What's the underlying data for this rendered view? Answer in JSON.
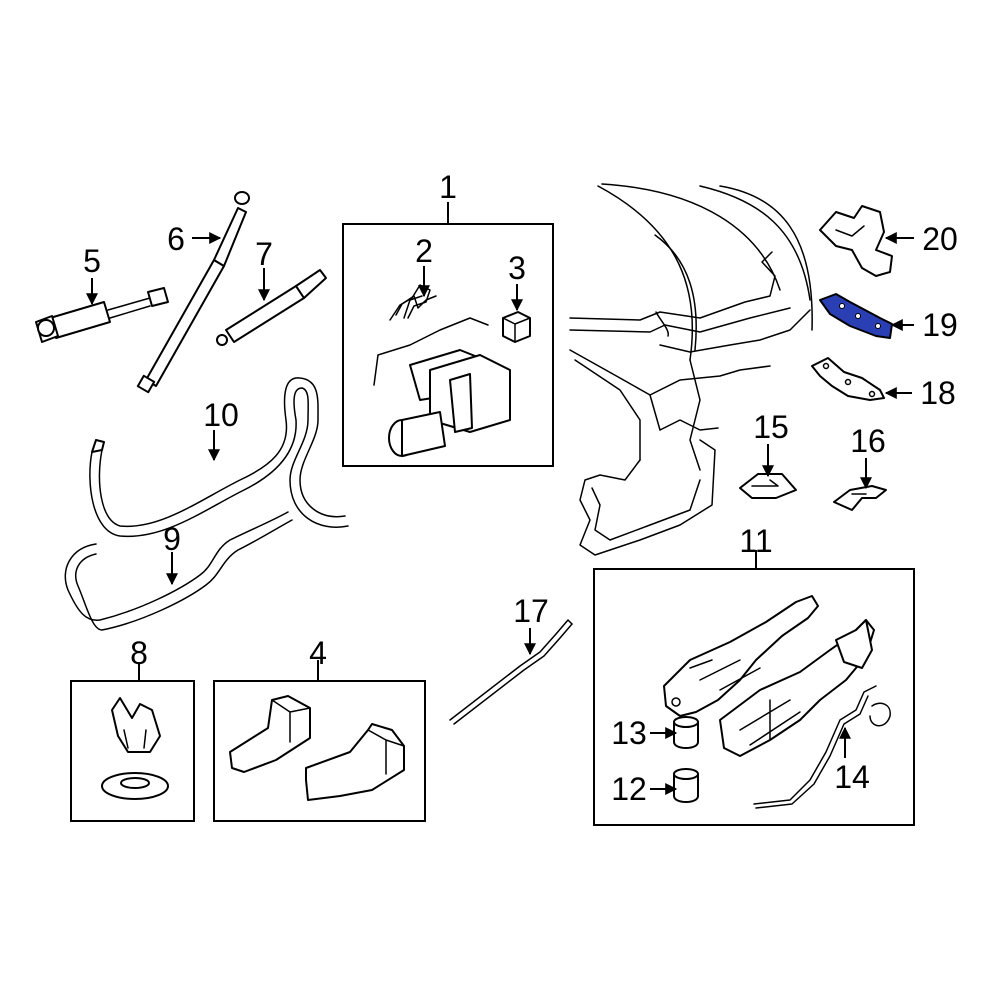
{
  "callouts": {
    "c1": "1",
    "c2": "2",
    "c3": "3",
    "c4": "4",
    "c5": "5",
    "c6": "6",
    "c7": "7",
    "c8": "8",
    "c9": "9",
    "c10": "10",
    "c11": "11",
    "c12": "12",
    "c13": "13",
    "c14": "14",
    "c15": "15",
    "c16": "16",
    "c17": "17",
    "c18": "18",
    "c19": "19",
    "c20": "20"
  },
  "highlight": {
    "part": "19",
    "color": "#2b3fb5"
  },
  "colors": {
    "line": "#000000",
    "background": "#ffffff"
  }
}
